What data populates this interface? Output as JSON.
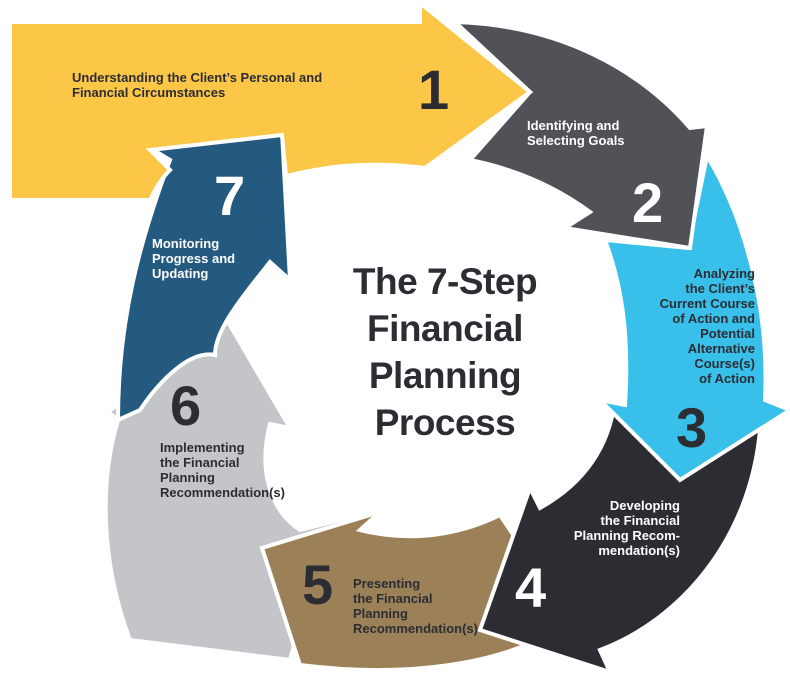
{
  "title": "The 7-Step\nFinancial\nPlanning\nProcess",
  "steps": [
    {
      "number": "1",
      "label": "Understanding the Client’s Personal and\nFinancial Circumstances",
      "color": "#FCC646",
      "text_color": "#2b2d33"
    },
    {
      "number": "2",
      "label": "Identifying and\nSelecting Goals",
      "color": "#515257",
      "text_color": "#ffffff"
    },
    {
      "number": "3",
      "label": "Analyzing\nthe Client’s\nCurrent Course\nof Action and\nPotential\nAlternative\nCourse(s)\nof Action",
      "color": "#38BFEA",
      "text_color": "#2b2d33"
    },
    {
      "number": "4",
      "label": "Developing\nthe Financial\nPlanning Recom-\nmendation(s)",
      "color": "#2B2D33",
      "text_color": "#ffffff"
    },
    {
      "number": "5",
      "label": "Presenting\nthe Financial\nPlanning\nRecommendation(s)",
      "color": "#9C8158",
      "text_color": "#2b2d33"
    },
    {
      "number": "6",
      "label": "Implementing\nthe Financial\nPlanning\nRecommendation(s)",
      "color": "#C4C5C8",
      "text_color": "#2b2d33"
    },
    {
      "number": "7",
      "label": "Monitoring\nProgress and\nUpdating",
      "color": "#245A80",
      "text_color": "#ffffff"
    }
  ]
}
